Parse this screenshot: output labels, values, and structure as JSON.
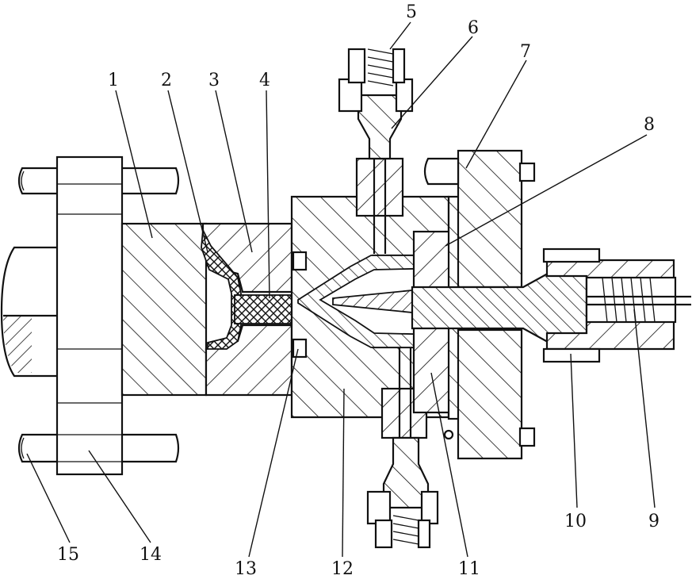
{
  "figure": {
    "callouts": [
      {
        "id": "c1",
        "label": "1"
      },
      {
        "id": "c2",
        "label": "2"
      },
      {
        "id": "c3",
        "label": "3"
      },
      {
        "id": "c4",
        "label": "4"
      },
      {
        "id": "c5",
        "label": "5"
      },
      {
        "id": "c6",
        "label": "6"
      },
      {
        "id": "c7",
        "label": "7"
      },
      {
        "id": "c8",
        "label": "8"
      },
      {
        "id": "c9",
        "label": "9"
      },
      {
        "id": "c10",
        "label": "10"
      },
      {
        "id": "c11",
        "label": "11"
      },
      {
        "id": "c12",
        "label": "12"
      },
      {
        "id": "c13",
        "label": "13"
      },
      {
        "id": "c14",
        "label": "14"
      },
      {
        "id": "c15",
        "label": "15"
      }
    ]
  }
}
